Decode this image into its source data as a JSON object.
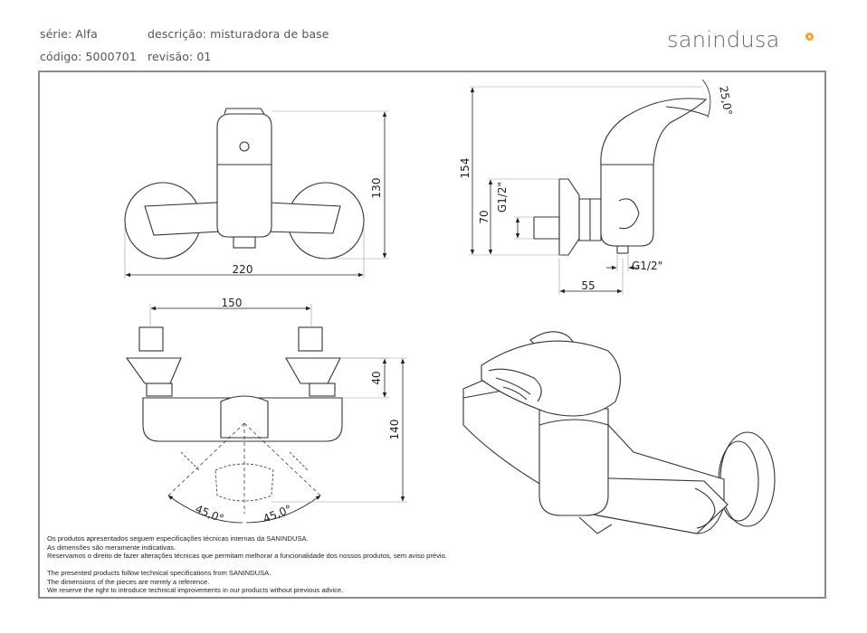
{
  "header": {
    "serie": "série: Alfa",
    "descricao": "descrição: misturadora de base",
    "codigo": "código: 5000701",
    "revisao": "revisão: 01"
  },
  "brand": {
    "name": "sanindusa",
    "accent_color": "#f0a33a"
  },
  "dimensions": {
    "front_height": "130",
    "front_width": "220",
    "side_total_height": "154",
    "side_angle": "25,0°",
    "side_inlet_height": "70",
    "side_thread_vertical": "G1/2\"",
    "side_thread_bottom": "G1/2\"",
    "side_depth": "55",
    "top_span": "150",
    "top_depth_1": "40",
    "top_depth_2": "140",
    "rotation_left": "45,0°",
    "rotation_right": "45,0°"
  },
  "notes": {
    "pt": [
      "Os produtos apresentados seguem especificações técnicas internas da SANINDUSA.",
      "As dimensões são meramente indicativas.",
      "Reservamos o direito de fazer alterações técnicas que permitam melhorar a funcionalidade dos nossos produtos, sem aviso prévio."
    ],
    "en": [
      "The presented products follow technical specifications from SANINDUSA.",
      "The dimensions of the pieces are merely a reference.",
      "We reserve the right to introduce technical improvements in our products without previous advice."
    ]
  }
}
